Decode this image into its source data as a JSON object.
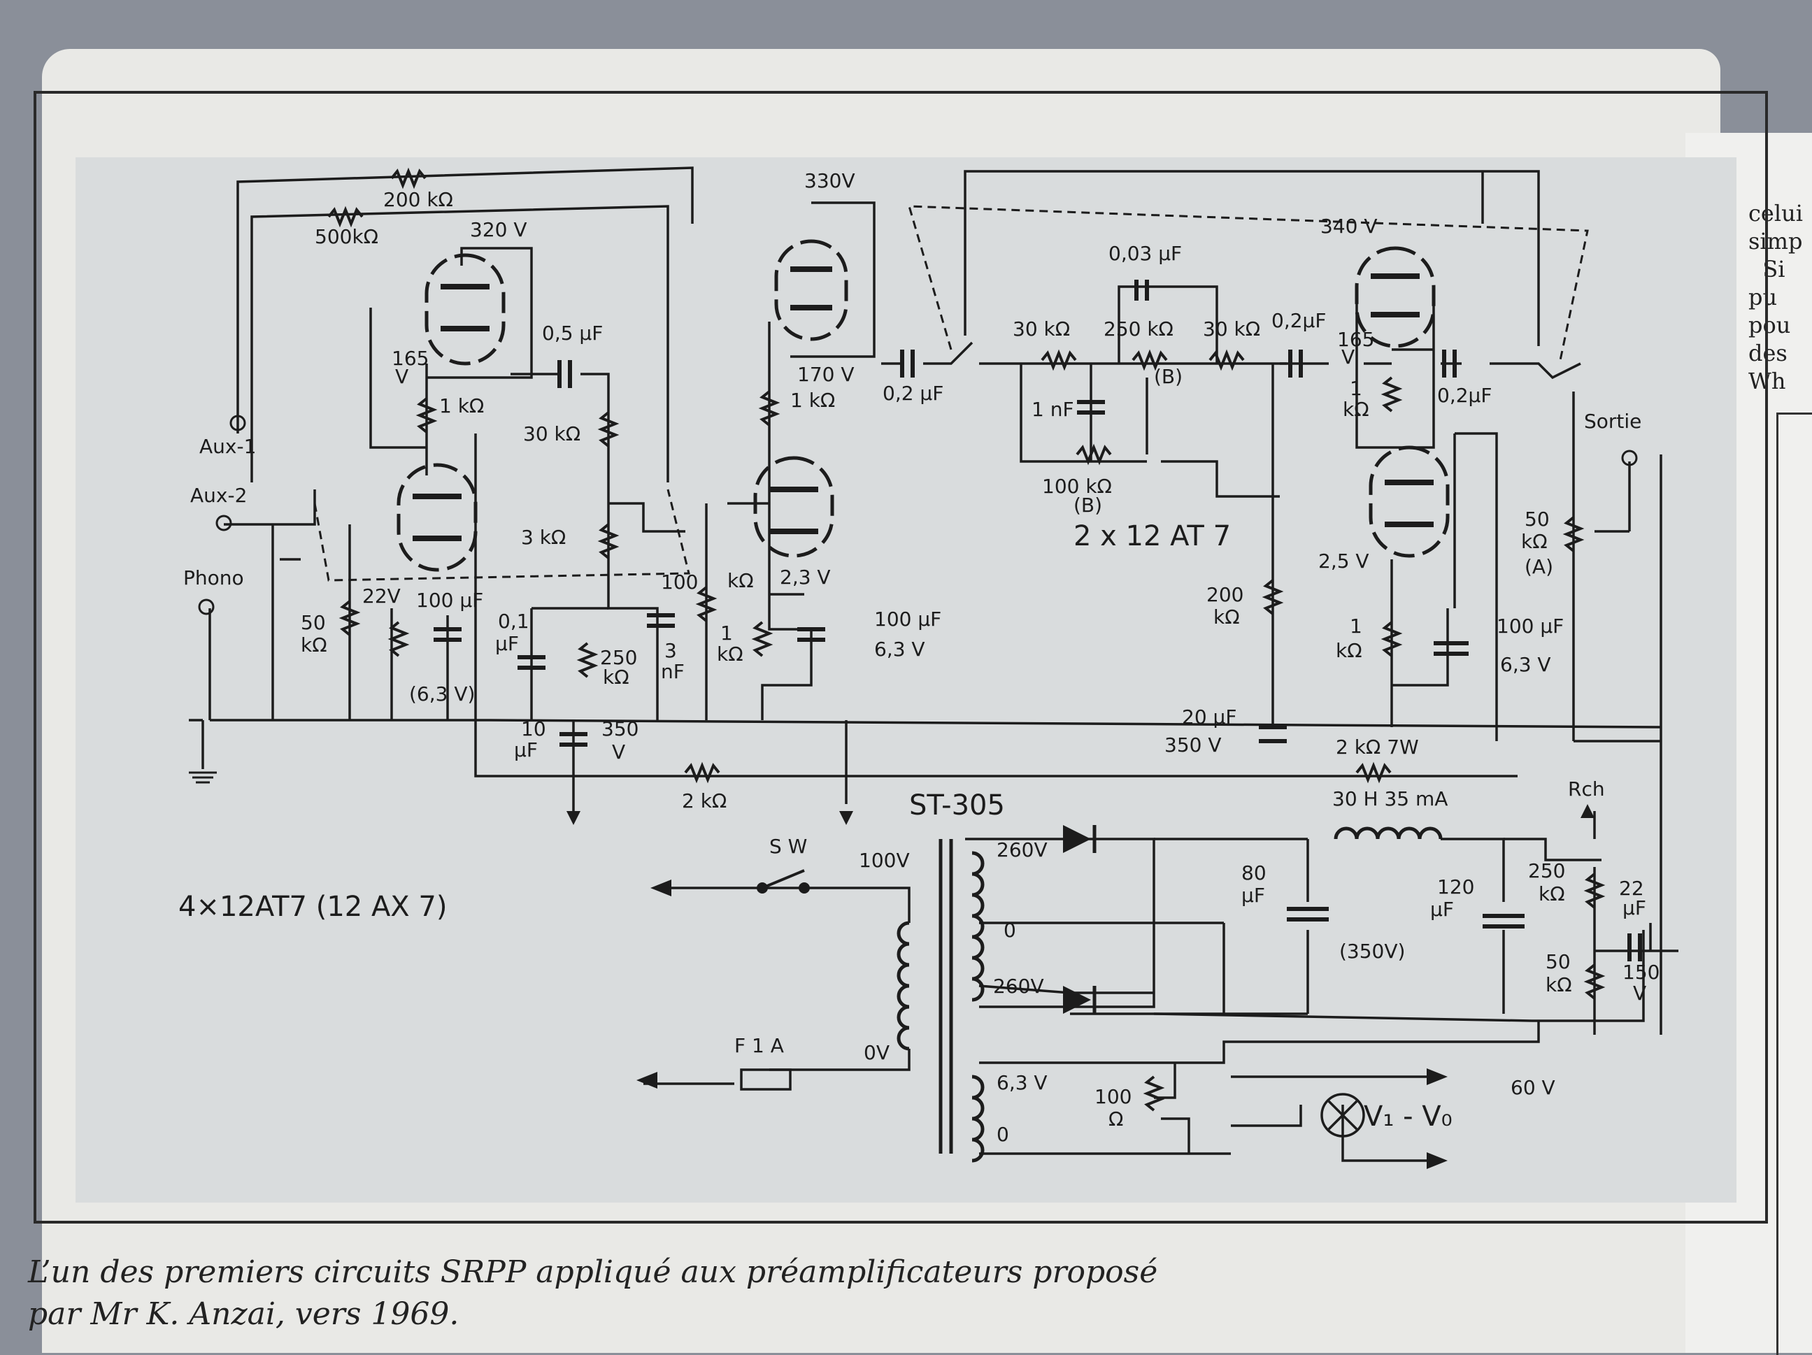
{
  "caption": "L’un des premiers circuits SRPP appliqué aux préamplificateurs proposé par Mr K. Anzai, vers 1969.",
  "side_text": "celui\nsimp\n  Si\npu\npou\ndes\nWh",
  "labels": {
    "r_200k_fb": "200 kΩ",
    "r_500k_fb": "500kΩ",
    "v320": "320 V",
    "v330": "330V",
    "v340": "340 V",
    "v165_left": "165",
    "v165_left_u": "V",
    "r_1k_a": "1 kΩ",
    "c_05u": "0,5 μF",
    "r_30k_a": "30 kΩ",
    "aux1": "Aux-1",
    "aux2": "Aux-2",
    "phono": "Phono",
    "r_3k": "3 kΩ",
    "v22": "22V",
    "c_100u_a": "100 μF",
    "r_50k_in": "50",
    "r_50k_in_u": "kΩ",
    "v63_a": "(6,3 V)",
    "c_01u": "0,1",
    "c_01u_u": "μF",
    "r_250k_a": "250",
    "r_250k_a_u": "kΩ",
    "c_3n": "3",
    "c_3n_u": "nF",
    "r_100k_a": "100",
    "r_100k_a_u": "kΩ",
    "v170": "170 V",
    "r_1k_b": "1 kΩ",
    "v23": "2,3 V",
    "r_1k_c": "1",
    "r_1k_c_u": "kΩ",
    "c_100u_b": "100 μF",
    "c_100u_b_v": "6,3 V",
    "c_02u_a": "0,2 μF",
    "c_003u": "0,03 μF",
    "r_30k_b": "30 kΩ",
    "r_250k_b": "250 kΩ",
    "pot_b1": "(B)",
    "r_30k_c": "30 kΩ",
    "c_02u_b": "0,2μF",
    "c_1n": "1 nF",
    "r_100k_b": "100 kΩ",
    "pot_b2": "(B)",
    "tubes_right": "2 x 12 AT 7",
    "v165_right": "165",
    "v165_right_u": "V",
    "r_1k_d": "1",
    "r_1k_d_u": "kΩ",
    "c_02u_c": "0,2μF",
    "sortie": "Sortie",
    "r_50k_out": "50",
    "r_50k_out_u": "kΩ",
    "pot_a": "(A)",
    "v25": "2,5 V",
    "r_200k": "200",
    "r_200k_u": "kΩ",
    "r_1k_e": "1",
    "r_1k_e_u": "kΩ",
    "c_100u_c": "100 μF",
    "c_100u_c_v": "6,3 V",
    "c_10u": "10",
    "c_10u_u": "μF",
    "v350_a": "350",
    "v350_a_u": "V",
    "c_20u": "20 μF",
    "v350_b": "350  V",
    "r_2k_a": "2 kΩ",
    "r_2k_7w": "2 kΩ   7W",
    "choke": "30 H   35 mA",
    "rch": "Rch",
    "transformer": "ST-305",
    "sw": "S W",
    "v100": "100V",
    "v260_a": "260V",
    "v0_a": "0",
    "v260_b": "260V",
    "c_80u": "80",
    "c_80u_u": "μF",
    "c_120u": "120",
    "c_120u_u": "μF",
    "v350_c": "(350V)",
    "r_250k_c": "250",
    "r_250k_c_u": "kΩ",
    "c_22u": "22",
    "c_22u_u": "μF",
    "r_50k_c": "50",
    "r_50k_c_u": "kΩ",
    "v150": "150",
    "v150_u": "V",
    "fuse": "F 1 A",
    "v0v": "0V",
    "v63_b": "6,3 V",
    "v0_b": "0",
    "r_100": "100",
    "r_100_u": "Ω",
    "lamp": "V₁ - V₀",
    "v60": "60 V",
    "tubes_left": "4×12AT7  (12 AX 7)"
  }
}
